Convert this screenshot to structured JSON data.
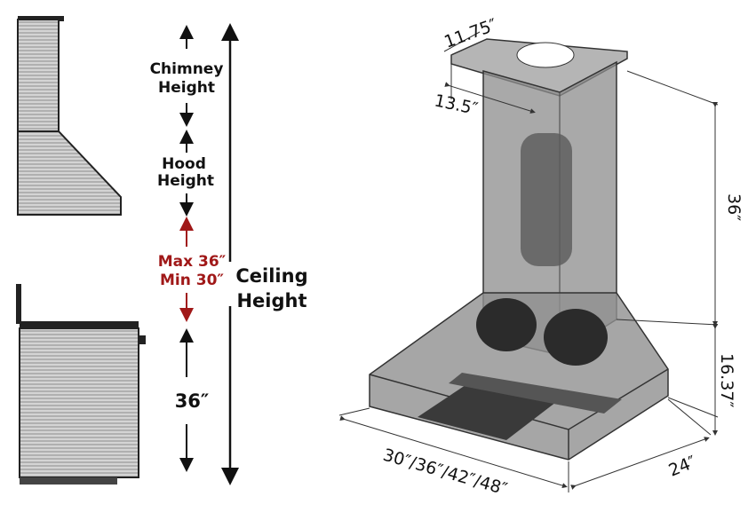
{
  "left_labels": {
    "chimney": [
      "Chimney",
      "Height"
    ],
    "hood": [
      "Hood",
      "Height"
    ],
    "range": [
      "Max 36″",
      "Min 30″"
    ],
    "ceiling": [
      "Ceiling",
      "Height"
    ],
    "counter": "36″"
  },
  "dimensions": {
    "top_width": "11.75″",
    "top_depth": "13.5″",
    "chimney_height": "36″",
    "hood_height": "16.37″",
    "depth": "24″",
    "widths": "30″/36″/42″/48″"
  },
  "colors": {
    "accent_red": "#a01818"
  }
}
